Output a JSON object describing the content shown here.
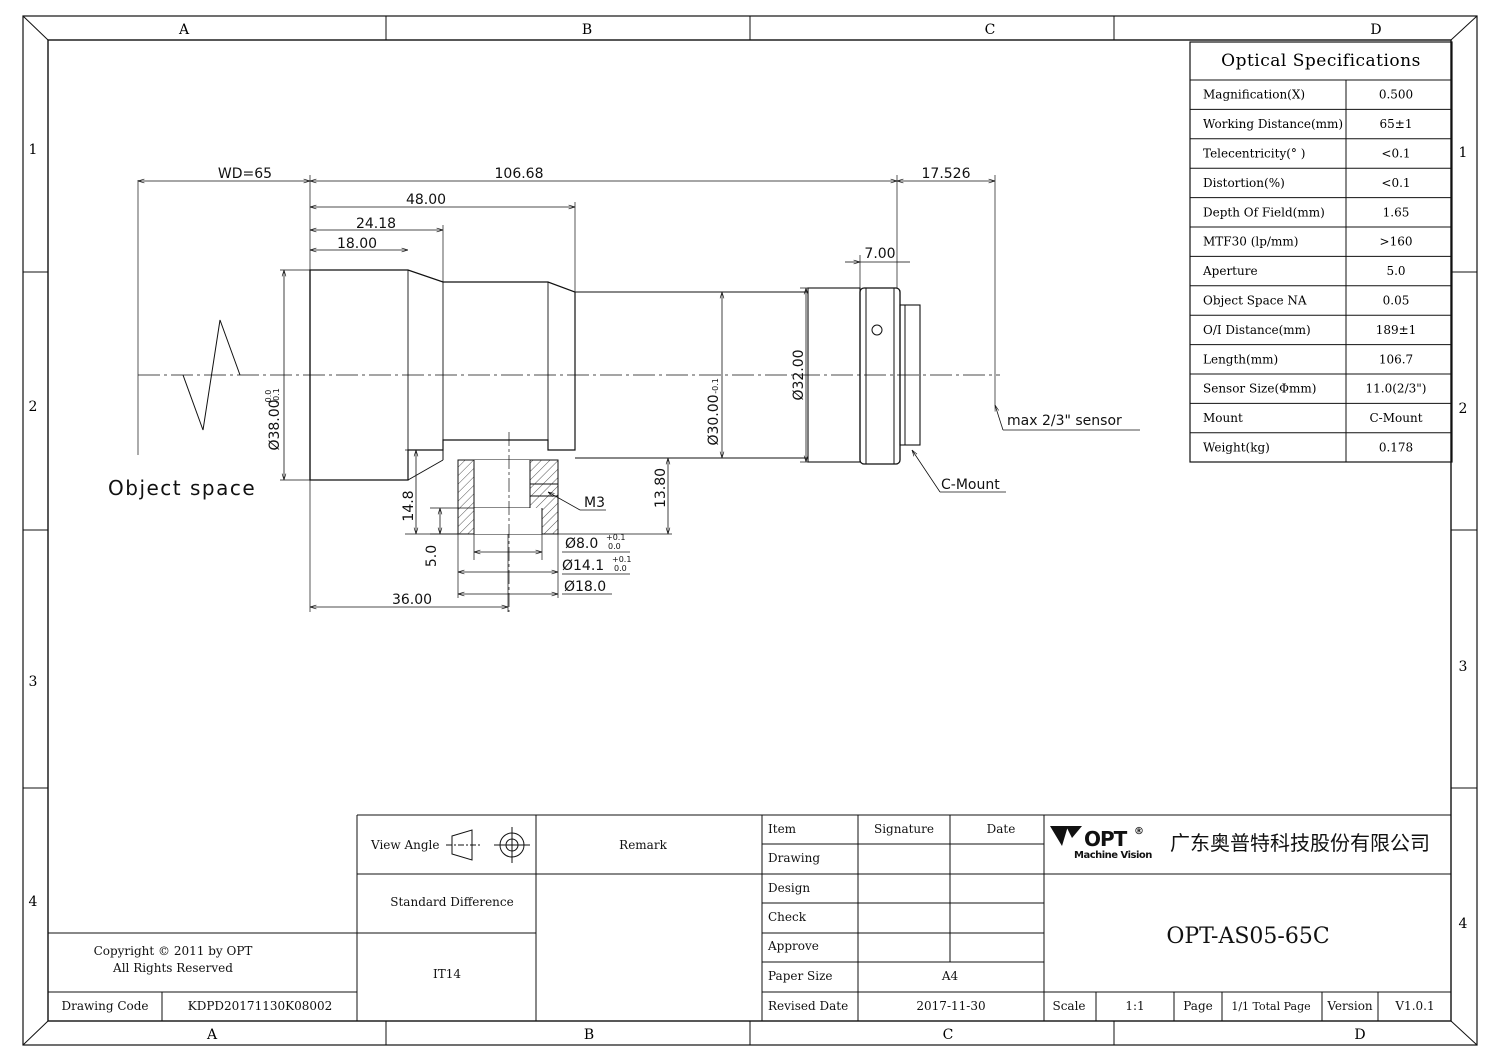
{
  "frame": {
    "col_labels": [
      "A",
      "B",
      "C",
      "D"
    ],
    "row_labels": [
      "1",
      "2",
      "3",
      "4"
    ]
  },
  "specs": {
    "title": "Optical Specifications",
    "rows": [
      {
        "label": "Magnification(X)",
        "value": "0.500"
      },
      {
        "label": "Working Distance(mm)",
        "value": "65±1"
      },
      {
        "label": "Telecentricity(° )",
        "value": "<0.1"
      },
      {
        "label": "Distortion(%)",
        "value": "<0.1"
      },
      {
        "label": "Depth Of Field(mm)",
        "value": "1.65"
      },
      {
        "label": "MTF30 (lp/mm)",
        "value": ">160"
      },
      {
        "label": "Aperture",
        "value": "5.0"
      },
      {
        "label": "Object Space NA",
        "value": "0.05"
      },
      {
        "label": "O/I Distance(mm)",
        "value": "189±1"
      },
      {
        "label": "Length(mm)",
        "value": "106.7"
      },
      {
        "label": "Sensor Size(Φmm)",
        "value": "11.0(2/3\")"
      },
      {
        "label": "Mount",
        "value": "C-Mount"
      },
      {
        "label": "Weight(kg)",
        "value": "0.178"
      }
    ]
  },
  "drawing": {
    "dims": {
      "wd": "WD=65",
      "len_total": "106.68",
      "len_rear": "17.526",
      "len_48": "48.00",
      "len_24": "24.18",
      "len_18": "18.00",
      "len_7": "7.00",
      "len_36": "36.00",
      "dia_38": "Ø38.00",
      "dia_38_tol_up": "0.0",
      "dia_38_tol_lo": "-0.1",
      "dia_30": "Ø30.00",
      "dia_30_tol": "-0.1",
      "dia_32": "Ø32.00",
      "h_13_80": "13.80",
      "h_14_8": "14.8",
      "h_5_0": "5.0",
      "hole_8": "Ø8.0",
      "hole_8_tol_up": "+0.1",
      "hole_8_tol_lo": "0.0",
      "hole_14": "Ø14.1",
      "hole_14_tol_up": "+0.1",
      "hole_14_tol_lo": "0.0",
      "hole_18": "Ø18.0",
      "thread_m3": "M3"
    },
    "labels": {
      "object_space": "Object space",
      "sensor": "max 2/3\" sensor",
      "c_mount": "C-Mount"
    }
  },
  "title_block": {
    "view_angle": "View Angle",
    "remark": "Remark",
    "standard_difference": "Standard Difference",
    "tolerance": "IT14",
    "copyright_line1": "Copyright © 2011 by OPT",
    "copyright_line2": "All Rights Reserved",
    "drawing_code_label": "Drawing Code",
    "drawing_code": "KDPD20171130K08002",
    "item": "Item",
    "signature": "Signature",
    "date": "Date",
    "drawing": "Drawing",
    "design": "Design",
    "check": "Check",
    "approve": "Approve",
    "paper_size_label": "Paper Size",
    "paper_size": "A4",
    "revised_date_label": "Revised Date",
    "revised_date": "2017-11-30",
    "logo_text": "OPT",
    "logo_sub": "Machine Vision",
    "company": "广东奥普特科技股份有限公司",
    "part_number": "OPT-AS05-65C",
    "scale_label": "Scale",
    "scale": "1:1",
    "page_label": "Page",
    "page": "1/1 Total Page",
    "version_label": "Version",
    "version": "V1.0.1"
  }
}
